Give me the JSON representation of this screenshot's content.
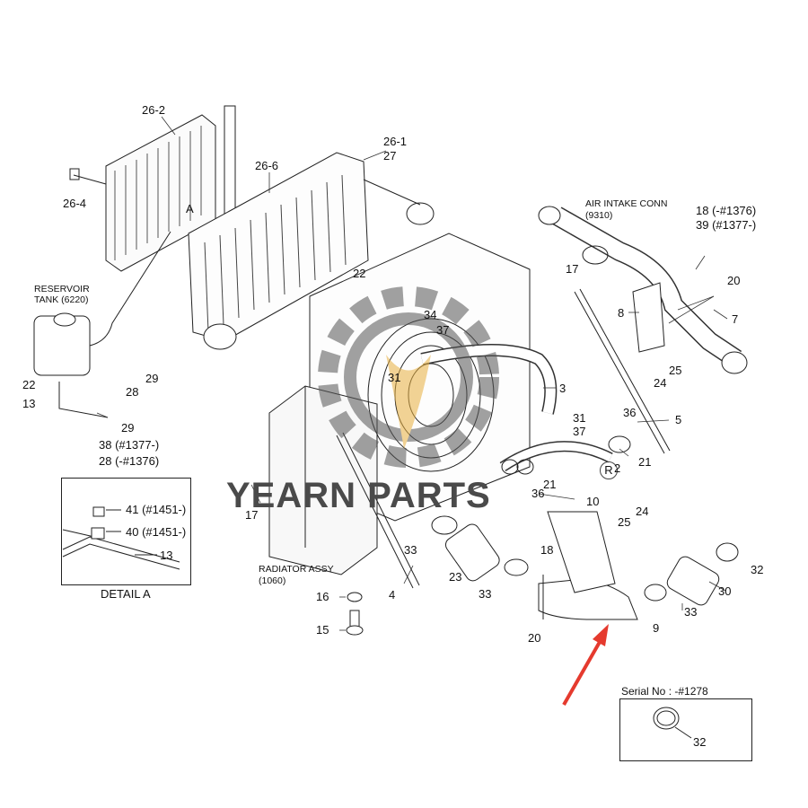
{
  "diagram": {
    "title_labels": {
      "air_intake": "AIR INTAKE CONN",
      "air_intake_code": "(9310)",
      "reservoir": "RESERVOIR",
      "reservoir_tank": "TANK (6220)",
      "radiator": "RADIATOR ASSY",
      "radiator_code": "(1060)",
      "detail_a": "DETAIL A",
      "serial": "Serial No : -#1278",
      "marker_a": "A"
    },
    "callouts": {
      "p26_2": "26-2",
      "p26_1": "26-1",
      "p27": "27",
      "p26_6": "26-6",
      "p26_4": "26-4",
      "p18": "18 (-#1376)",
      "p39": "39 (#1377-)",
      "p17a": "17",
      "p20a": "20",
      "p22a": "22",
      "p34": "34",
      "p37a": "37",
      "p8": "8",
      "p7": "7",
      "p25a": "25",
      "p24a": "24",
      "p22b": "22",
      "p13a": "13",
      "p28a": "28",
      "p29a": "29",
      "p29b": "29",
      "p38": "38 (#1377-)",
      "p28b": "28 (-#1376)",
      "p31a": "31",
      "p3": "3",
      "p31b": "31",
      "p37b": "37",
      "p36a": "36",
      "p5": "5",
      "p21a": "21",
      "p2": "2",
      "p21b": "21",
      "p36b": "36",
      "p10": "10",
      "p41": "41 (#1451-)",
      "p40": "40 (#1451-)",
      "p13b": "13",
      "p17b": "17",
      "p33a": "33",
      "p23": "23",
      "p18b": "18",
      "p25b": "25",
      "p24b": "24",
      "p32a": "32",
      "p30": "30",
      "p33b": "33",
      "p16": "16",
      "p4": "4",
      "p33c": "33",
      "p9": "9",
      "p15": "15",
      "p20b": "20",
      "p32b": "32"
    },
    "watermark": {
      "text": "YEARN PARTS",
      "registered": "R",
      "color": "#4a4a4a",
      "accent": "#e8b040"
    },
    "arrow_color": "#e53a2e"
  }
}
